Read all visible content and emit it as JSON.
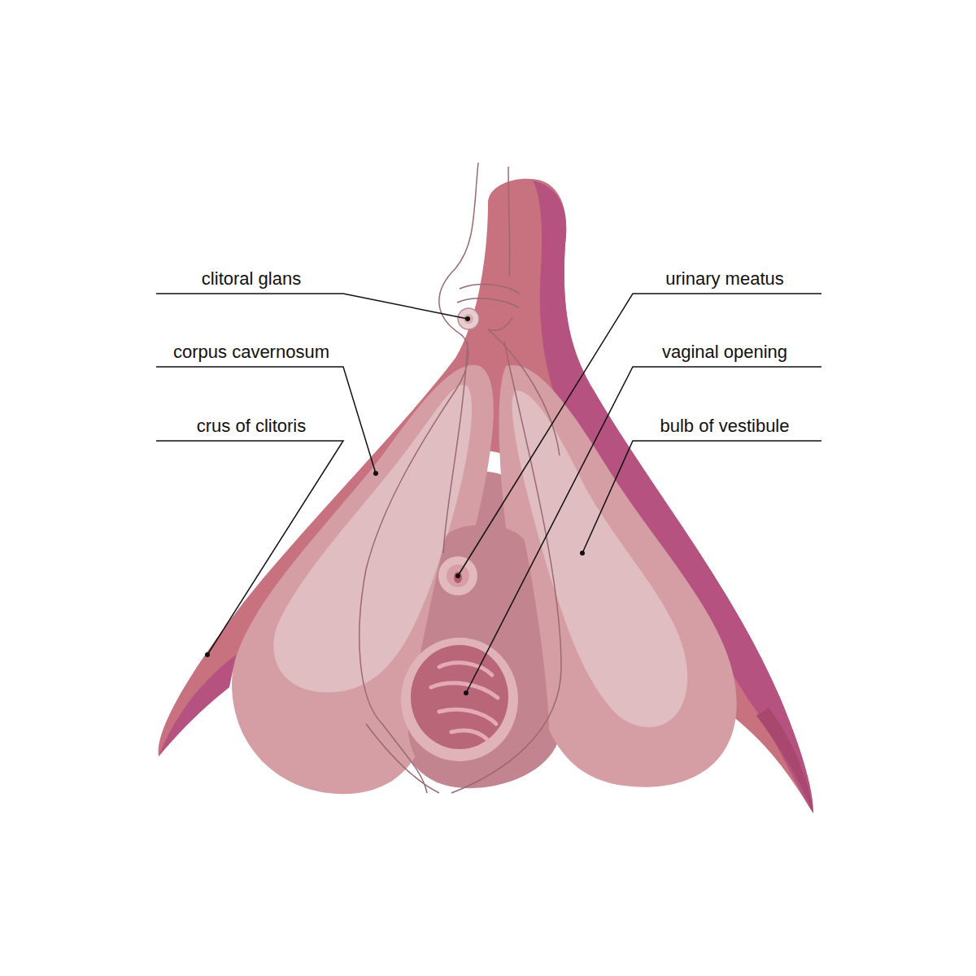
{
  "diagram": {
    "labels": [
      "clitoral glans",
      "urinary meatus",
      "corpus cavernosum",
      "vaginal opening",
      "crus of clitoris",
      "bulb of vestibule"
    ]
  }
}
